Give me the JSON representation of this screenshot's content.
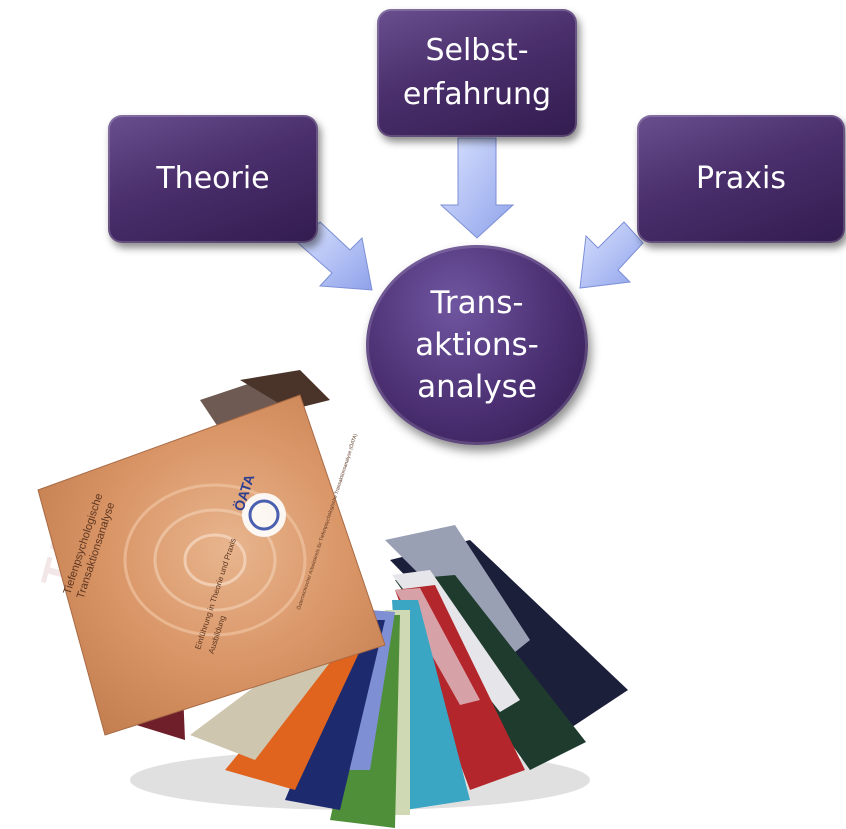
{
  "diagram": {
    "top_box": [
      "Selbst-",
      "erfahrung"
    ],
    "left_box": [
      "Theorie"
    ],
    "right_box": [
      "Praxis"
    ],
    "center": [
      "Trans-",
      "aktions-",
      "analyse"
    ]
  },
  "books": {
    "cover_lines": [
      "Tiefenpsychologische",
      "Transaktionsanalyse",
      "Einführung in Theorie und Praxis",
      "Ausbildung"
    ],
    "logo_text": "ÖATA",
    "publisher_line": "Österreichischer Arbeitskreis für Tiefenpsychologische Transaktionsanalyse (ÖATA)",
    "side_title": "TA 8"
  },
  "colors": {
    "box_purple": "#4a2f6c",
    "arrow_lavender": "#a9b8f0"
  }
}
